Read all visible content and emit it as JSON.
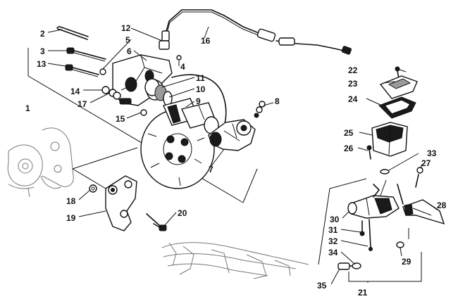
{
  "diagram": {
    "labels": [
      {
        "id": "p1",
        "text": "1"
      },
      {
        "id": "p2",
        "text": "2"
      },
      {
        "id": "p3",
        "text": "3"
      },
      {
        "id": "p4",
        "text": "4"
      },
      {
        "id": "p5",
        "text": "5"
      },
      {
        "id": "p6",
        "text": "6"
      },
      {
        "id": "p7",
        "text": "7"
      },
      {
        "id": "p8",
        "text": "8"
      },
      {
        "id": "p9",
        "text": "9"
      },
      {
        "id": "p10",
        "text": "10"
      },
      {
        "id": "p11",
        "text": "11"
      },
      {
        "id": "p12",
        "text": "12"
      },
      {
        "id": "p13",
        "text": "13"
      },
      {
        "id": "p14",
        "text": "14"
      },
      {
        "id": "p15",
        "text": "15"
      },
      {
        "id": "p16",
        "text": "16"
      },
      {
        "id": "p17",
        "text": "17"
      },
      {
        "id": "p18",
        "text": "18"
      },
      {
        "id": "p19",
        "text": "19"
      },
      {
        "id": "p20",
        "text": "20"
      },
      {
        "id": "p21",
        "text": "21"
      },
      {
        "id": "p22",
        "text": "22"
      },
      {
        "id": "p23",
        "text": "23"
      },
      {
        "id": "p24",
        "text": "24"
      },
      {
        "id": "p25",
        "text": "25"
      },
      {
        "id": "p26",
        "text": "26"
      },
      {
        "id": "p27",
        "text": "27"
      },
      {
        "id": "p28",
        "text": "28"
      },
      {
        "id": "p29",
        "text": "29"
      },
      {
        "id": "p30",
        "text": "30"
      },
      {
        "id": "p31",
        "text": "31"
      },
      {
        "id": "p32",
        "text": "32"
      },
      {
        "id": "p33",
        "text": "33"
      },
      {
        "id": "p34",
        "text": "34"
      },
      {
        "id": "p35",
        "text": "35"
      }
    ]
  }
}
